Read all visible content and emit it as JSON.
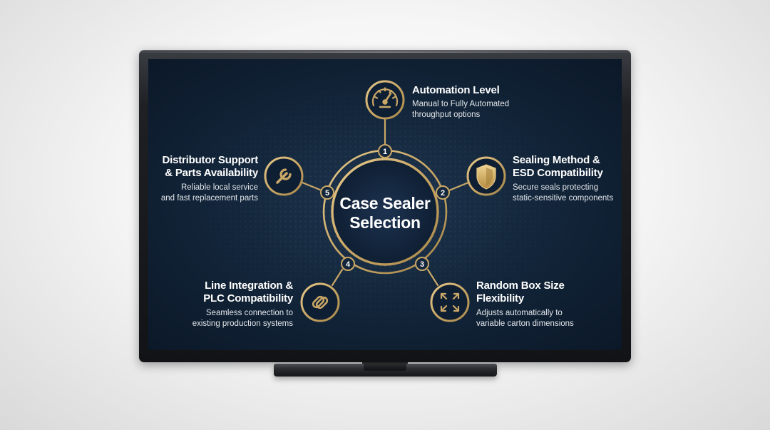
{
  "diagram": {
    "center": {
      "line1": "Case Sealer",
      "line2": "Selection"
    },
    "colors": {
      "gold": "#c9a766",
      "screen": "#13263b",
      "text": "#ffffff"
    },
    "nodes": [
      {
        "number": "1",
        "icon": "gauge-icon",
        "title_lines": [
          "Automation Level"
        ],
        "desc_lines": [
          "Manual to Fully Automated",
          "throughput options"
        ]
      },
      {
        "number": "2",
        "icon": "shield-icon",
        "title_lines": [
          "Sealing Method &",
          "ESD Compatibility"
        ],
        "desc_lines": [
          "Secure seals protecting",
          "static-sensitive components"
        ]
      },
      {
        "number": "3",
        "icon": "expand-arrows-icon",
        "title_lines": [
          "Random Box Size",
          "Flexibility"
        ],
        "desc_lines": [
          "Adjusts automatically to",
          "variable carton dimensions"
        ]
      },
      {
        "number": "4",
        "icon": "chain-link-icon",
        "title_lines": [
          "Line Integration &",
          "PLC Compatibility"
        ],
        "desc_lines": [
          "Seamless connection to",
          "existing production systems"
        ]
      },
      {
        "number": "5",
        "icon": "wrench-icon",
        "title_lines": [
          "Distributor Support",
          "& Parts Availability"
        ],
        "desc_lines": [
          "Reliable local service",
          "and fast replacement parts"
        ]
      }
    ]
  }
}
